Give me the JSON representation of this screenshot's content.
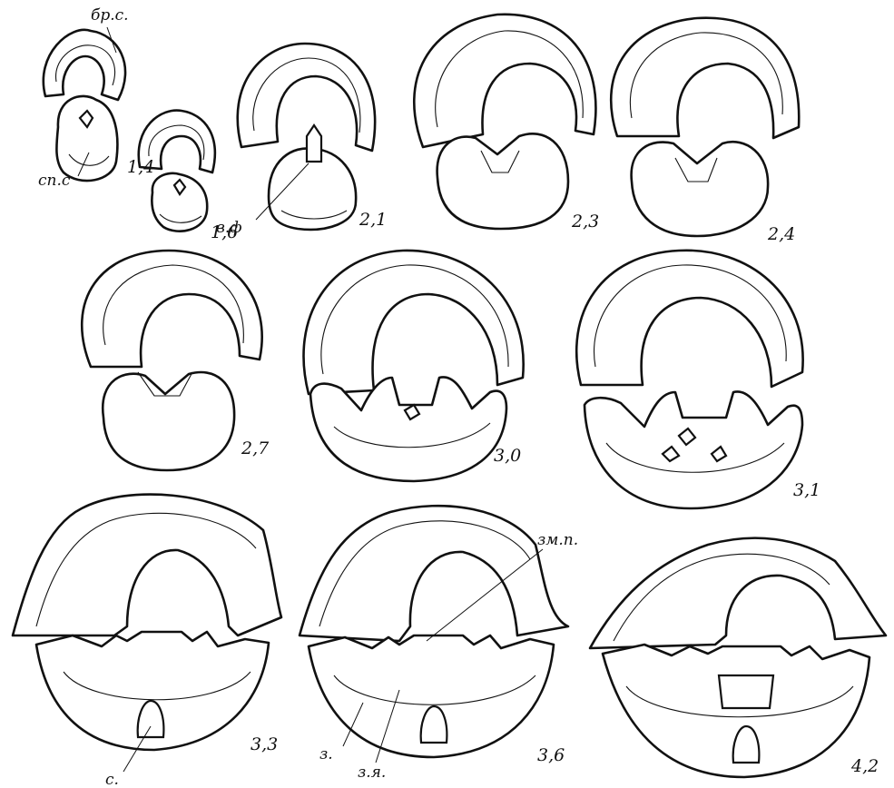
{
  "stages": [
    "1,4",
    "1,6",
    "2,1",
    "2,3",
    "2,4",
    "2,7",
    "3,0",
    "3,1",
    "3,3",
    "3,6",
    "4,2"
  ],
  "labels": {
    "br_s": "бр.с.",
    "sp_s": "сп.с",
    "v_f": "в.ф",
    "zm_p": "зм.п.",
    "z": "з.",
    "z_ya": "з.я.",
    "s": "с."
  }
}
